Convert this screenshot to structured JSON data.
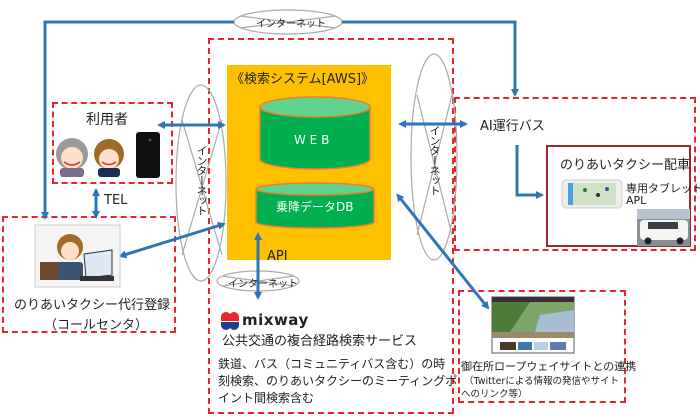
{
  "internet_label": "インターネット",
  "aws": {
    "title": "《検索システム[AWS]》",
    "web_label": "W E B",
    "db_label": "乗降データDB"
  },
  "user_box": {
    "title": "利用者",
    "tel_label": "TEL"
  },
  "call_center": {
    "line1": "のりあいタクシー代行登録",
    "line2": "（コールセンタ）"
  },
  "ai_bus": {
    "title": "AI運行バス"
  },
  "taxi_dispatch": {
    "title": "のりあいタクシー配車",
    "tablet_line1": "専用タブレット",
    "tablet_line2": "APL"
  },
  "api_label": "API",
  "mixway": {
    "logo_text": "mixway",
    "service": "公共交通の複合経路検索サービス",
    "desc_line1": "鉄道、バス（コミュニティバス含む）の時",
    "desc_line2": "刻検索、のりあいタクシーのミーティングポ",
    "desc_line3": "イント間検索含む"
  },
  "ropeway": {
    "line1": "御在所ロープウェイサイトとの連携",
    "line2": "（Twitterによる情報の発信やサイト",
    "line3": "へのリンク等）"
  },
  "colors": {
    "arrow_blue": "#2e75b6",
    "dash_red": "#e8262b",
    "aws_orange": "#ffc000",
    "cylinder_green": "#00b050",
    "cylinder_top": "#5fd38d",
    "cylinder_edge": "#ed7d31",
    "taxi_border": "#a0272d"
  }
}
